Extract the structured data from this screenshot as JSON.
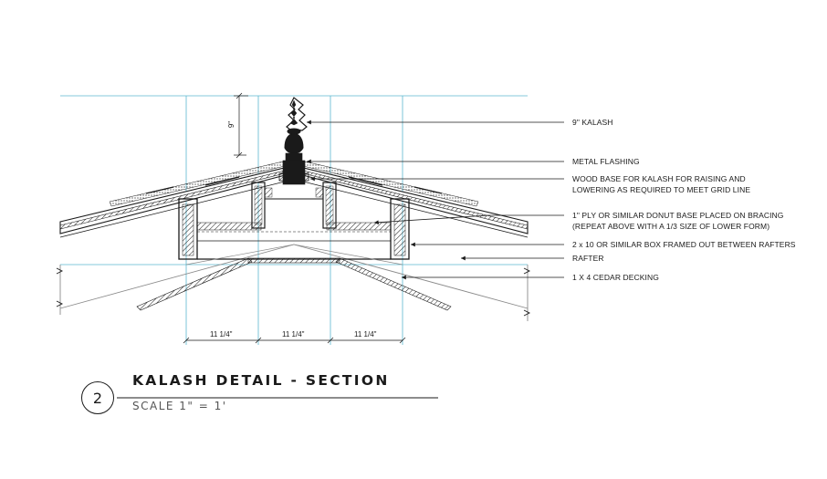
{
  "title_block": {
    "detail_number": "2",
    "title": "KALASH DETAIL - SECTION",
    "scale": "SCALE 1\" = 1'"
  },
  "dimensions": {
    "height_label": "9\"",
    "width_labels": [
      "11 1/4\"",
      "11 1/4\"",
      "11 1/4\""
    ]
  },
  "notes": [
    {
      "text": "9\" KALASH"
    },
    {
      "text": "METAL FLASHING"
    },
    {
      "text": "WOOD BASE FOR KALASH FOR RAISING AND"
    },
    {
      "text": "LOWERING AS REQUIRED TO MEET GRID LINE"
    },
    {
      "text": "1\" PLY OR SIMILAR DONUT BASE PLACED ON BRACING"
    },
    {
      "text": "(REPEAT ABOVE WITH A 1/3 SIZE OF LOWER FORM)"
    },
    {
      "text": "2 x 10 OR SIMILAR BOX FRAMED OUT BETWEEN  RAFTERS"
    },
    {
      "text": "RAFTER"
    },
    {
      "text": "1 X 4 CEDAR DECKING"
    }
  ],
  "colors": {
    "grid_line": "#5bb8cf",
    "linework": "#1a1a1a",
    "soffit": "#8a8a8a"
  }
}
